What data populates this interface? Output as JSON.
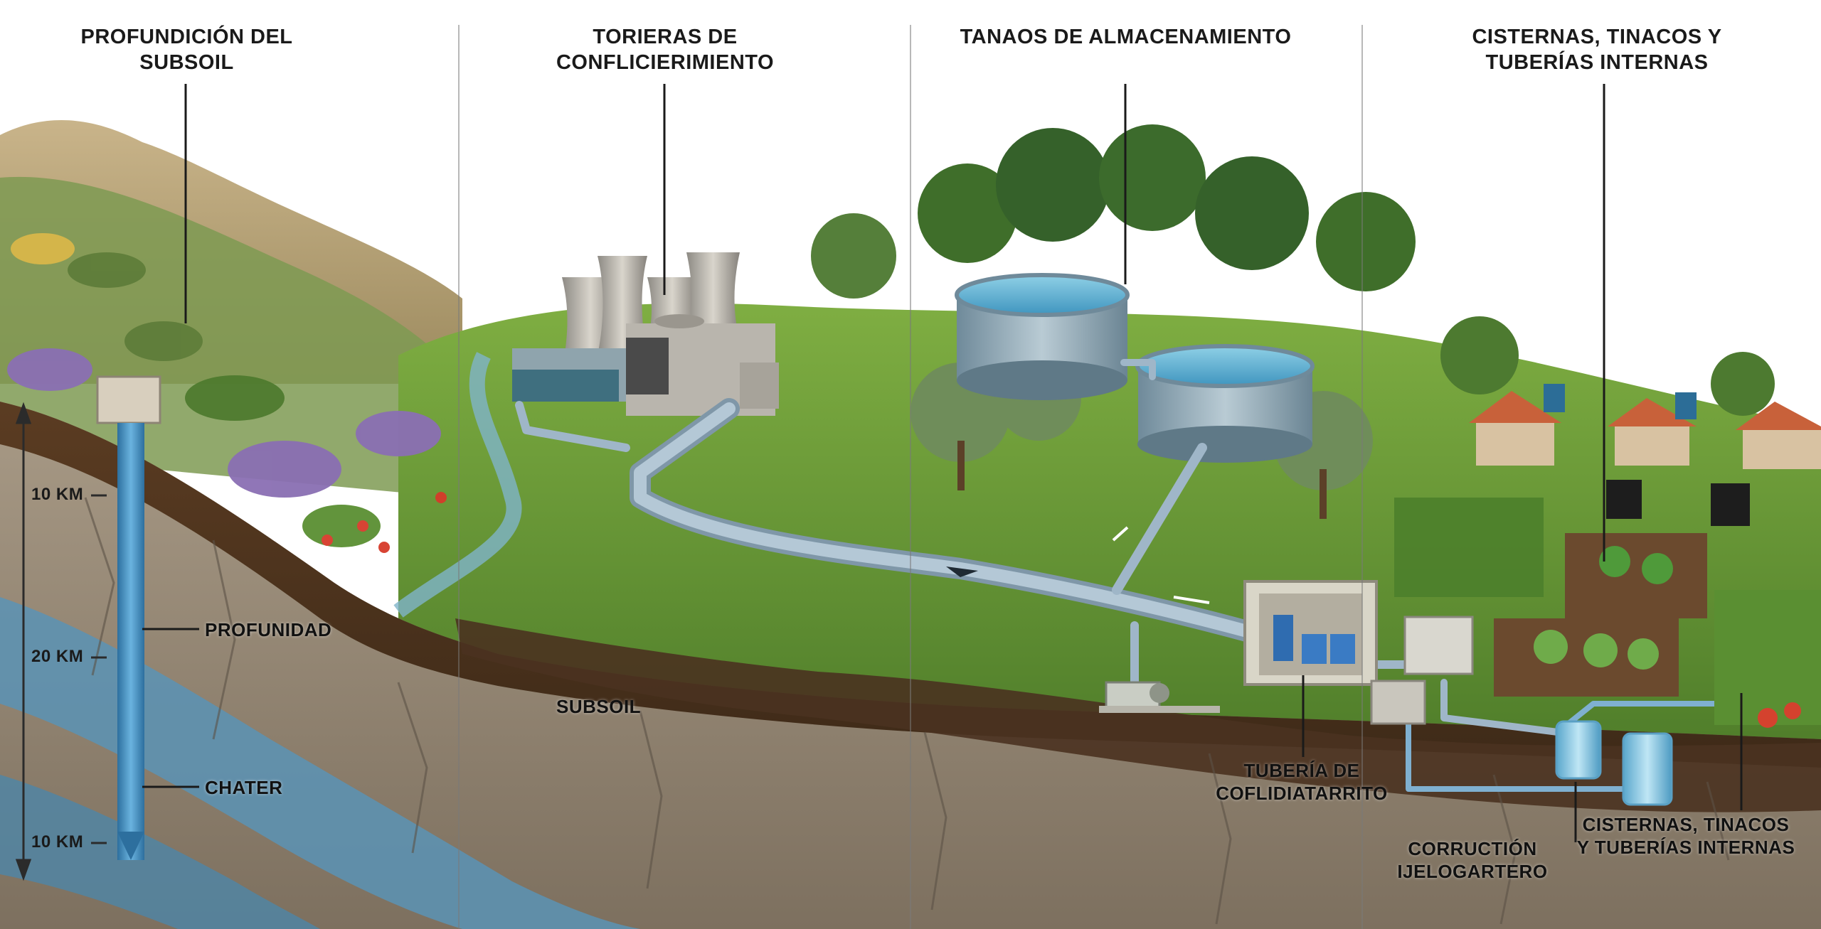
{
  "headers": {
    "subsoil_depth": [
      "PROFUNDICIÓN DEL",
      "SUBSOIL"
    ],
    "cooling_towers": [
      "TORIERAS DE",
      "CONFLICIERIMIENTO"
    ],
    "storage_tanks": [
      "TANAOS DE ALMACENAMIENTO"
    ],
    "cisterns": [
      "CISTERNAS, TINACOS Y",
      "TUBERÍAS INTERNAS"
    ]
  },
  "depth_ticks": [
    "10 km",
    "20 km",
    "10 km"
  ],
  "callouts": {
    "profundidad": "PROFUNIDAD",
    "chater": "CHATER",
    "subsoil": "SUBSOIL",
    "pipe_lines": [
      "TUBERÍA DE",
      "COFLIDIATARRITO"
    ],
    "corruction_lines": [
      "CORRUCTIÓN",
      "IJELOGARTERO"
    ],
    "cisterns_lines": [
      "CISTERNAS, TINACOS",
      "Y TUBERÍAS INTERNAS"
    ]
  },
  "colors": {
    "sky": "#ffffff",
    "grass": "#6f9a3a",
    "soil": "#5a3b24",
    "rock": "#9b8e7e",
    "aquifer": "#5b93b5",
    "pipe": "#9fb6c8",
    "water": "#4fa3c9"
  }
}
